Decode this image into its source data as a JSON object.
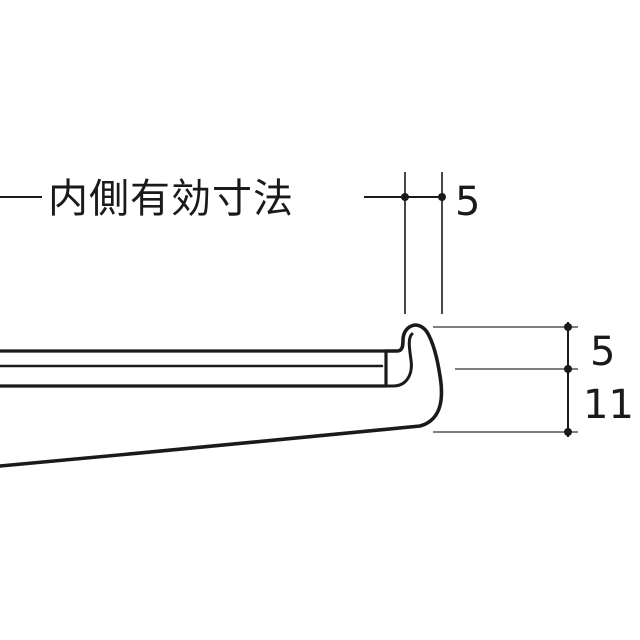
{
  "labels": {
    "inner_dimension": "内側有効寸法",
    "gap_top": "5",
    "height_upper": "5",
    "height_lower": "11"
  },
  "colors": {
    "ink": "#1a1a1a",
    "dimension_line": "#555555",
    "background": "#ffffff"
  }
}
